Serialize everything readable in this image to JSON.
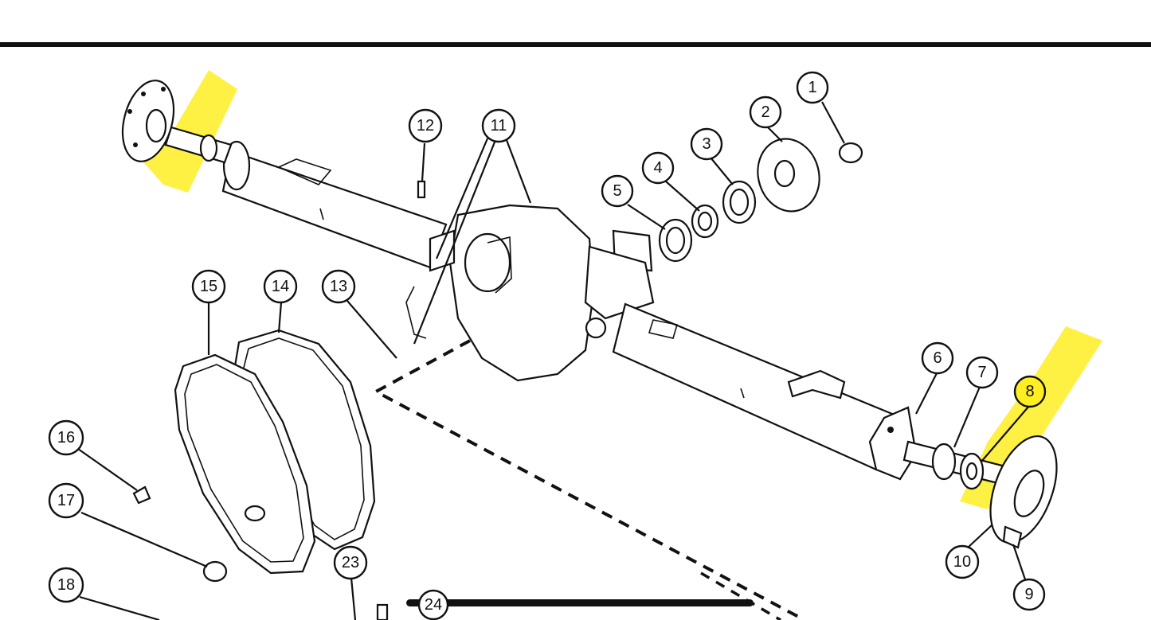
{
  "diagram": {
    "highlight_color": "#ffee22",
    "callouts": [
      {
        "id": "c1",
        "label": "1"
      },
      {
        "id": "c2",
        "label": "2"
      },
      {
        "id": "c3",
        "label": "3"
      },
      {
        "id": "c4",
        "label": "4"
      },
      {
        "id": "c5",
        "label": "5"
      },
      {
        "id": "c6",
        "label": "6"
      },
      {
        "id": "c7",
        "label": "7"
      },
      {
        "id": "c8",
        "label": "8",
        "highlighted": true
      },
      {
        "id": "c9",
        "label": "9"
      },
      {
        "id": "c10",
        "label": "10"
      },
      {
        "id": "c11",
        "label": "11"
      },
      {
        "id": "c12",
        "label": "12"
      },
      {
        "id": "c13",
        "label": "13"
      },
      {
        "id": "c14",
        "label": "14"
      },
      {
        "id": "c15",
        "label": "15"
      },
      {
        "id": "c16",
        "label": "16"
      },
      {
        "id": "c17",
        "label": "17"
      },
      {
        "id": "c18",
        "label": "18"
      },
      {
        "id": "c23",
        "label": "23"
      },
      {
        "id": "c24",
        "label": "24"
      }
    ]
  }
}
